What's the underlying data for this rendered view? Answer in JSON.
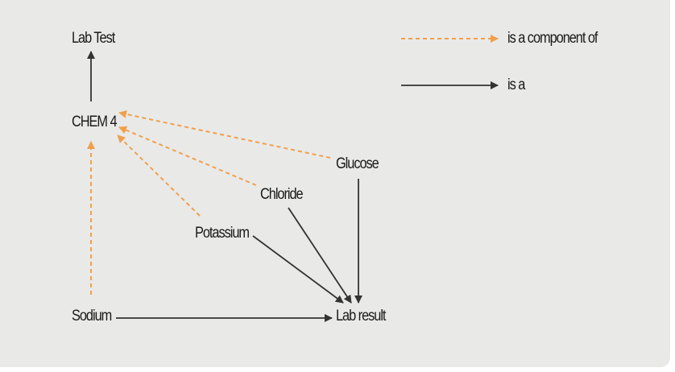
{
  "diagram": {
    "nodes": {
      "lab_test": "Lab Test",
      "chem4": "CHEM 4",
      "glucose": "Glucose",
      "chloride": "Chloride",
      "potassium": "Potassium",
      "sodium": "Sodium",
      "lab_result": "Lab result"
    },
    "legend": {
      "component_of": "is a component of",
      "is_a": "is a"
    },
    "edges": [
      {
        "from": "chem4",
        "to": "lab_test",
        "relation": "is_a"
      },
      {
        "from": "sodium",
        "to": "chem4",
        "relation": "component_of"
      },
      {
        "from": "potassium",
        "to": "chem4",
        "relation": "component_of"
      },
      {
        "from": "chloride",
        "to": "chem4",
        "relation": "component_of"
      },
      {
        "from": "glucose",
        "to": "chem4",
        "relation": "component_of"
      },
      {
        "from": "sodium",
        "to": "lab_result",
        "relation": "is_a"
      },
      {
        "from": "potassium",
        "to": "lab_result",
        "relation": "is_a"
      },
      {
        "from": "chloride",
        "to": "lab_result",
        "relation": "is_a"
      },
      {
        "from": "glucose",
        "to": "lab_result",
        "relation": "is_a"
      }
    ],
    "colors": {
      "component_of": "#f0a04b",
      "is_a": "#333333",
      "background": "#e9e9e8"
    }
  }
}
